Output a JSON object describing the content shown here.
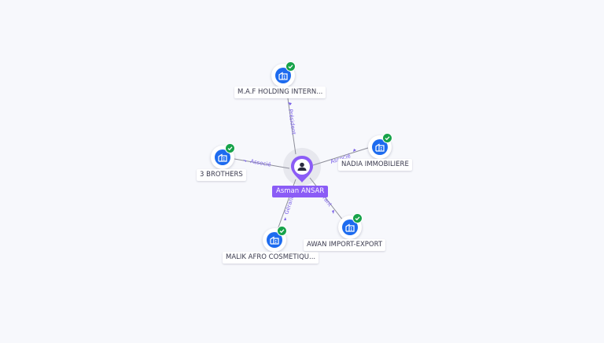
{
  "center": {
    "name": "Asman ANSAR",
    "icon": "person-icon",
    "color": "#8b5cf6"
  },
  "companies": [
    {
      "label": "M.A.F HOLDING INTERN...",
      "role": "Président",
      "icon": "building-icon",
      "verified": true
    },
    {
      "label": "NADIA IMMOBILIERE",
      "role": "Associé",
      "icon": "building-icon",
      "verified": true
    },
    {
      "label": "3 BROTHERS",
      "role": "Associé",
      "icon": "building-icon",
      "verified": true
    },
    {
      "label": "MALIK AFRO COSMETIQU...",
      "role": "Gérant",
      "icon": "building-icon",
      "verified": true
    },
    {
      "label": "AWAN IMPORT-EXPORT",
      "role": "Gérant",
      "icon": "building-icon",
      "verified": true
    }
  ],
  "colors": {
    "company_node": "#1d6bef",
    "verified_badge": "#17a34a",
    "edge_label": "#7b61e8",
    "background": "#f7f8fc"
  }
}
